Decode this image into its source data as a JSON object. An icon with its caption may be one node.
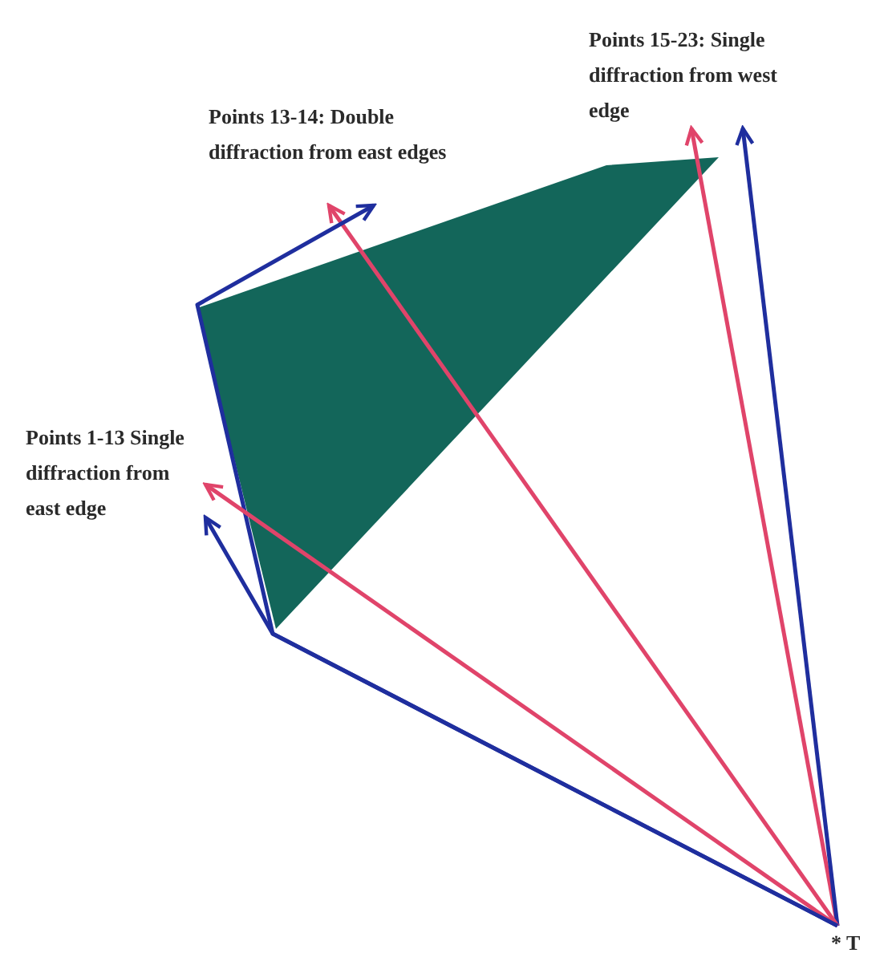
{
  "diagram": {
    "nodes": [
      {
        "text": [
          "Points 15-23: Single diffraction from west edge"
        ]
      },
      {
        "text": [
          "Points 13-14: Double diffraction from east edges"
        ]
      },
      {
        "text": [
          "Points 1-13 Single diffraction from east edge"
        ]
      },
      {
        "text": [
          "* T"
        ]
      }
    ],
    "edges": [
      {
        "from": 3,
        "to": 0,
        "arrow": "to",
        "color": "#e0446a"
      },
      {
        "from": 3,
        "to": 0,
        "arrow": "to",
        "color": "#1f2e9e"
      },
      {
        "from": 3,
        "to": 1,
        "arrow": "to",
        "color": "#e0446a"
      },
      {
        "from": 3,
        "to": 1,
        "arrow": "to",
        "color": "#1f2e9e"
      },
      {
        "from": 3,
        "to": 2,
        "arrow": "to",
        "color": "#e0446a"
      },
      {
        "from": 3,
        "to": 2,
        "arrow": "to",
        "color": "#1f2e9e"
      }
    ]
  }
}
